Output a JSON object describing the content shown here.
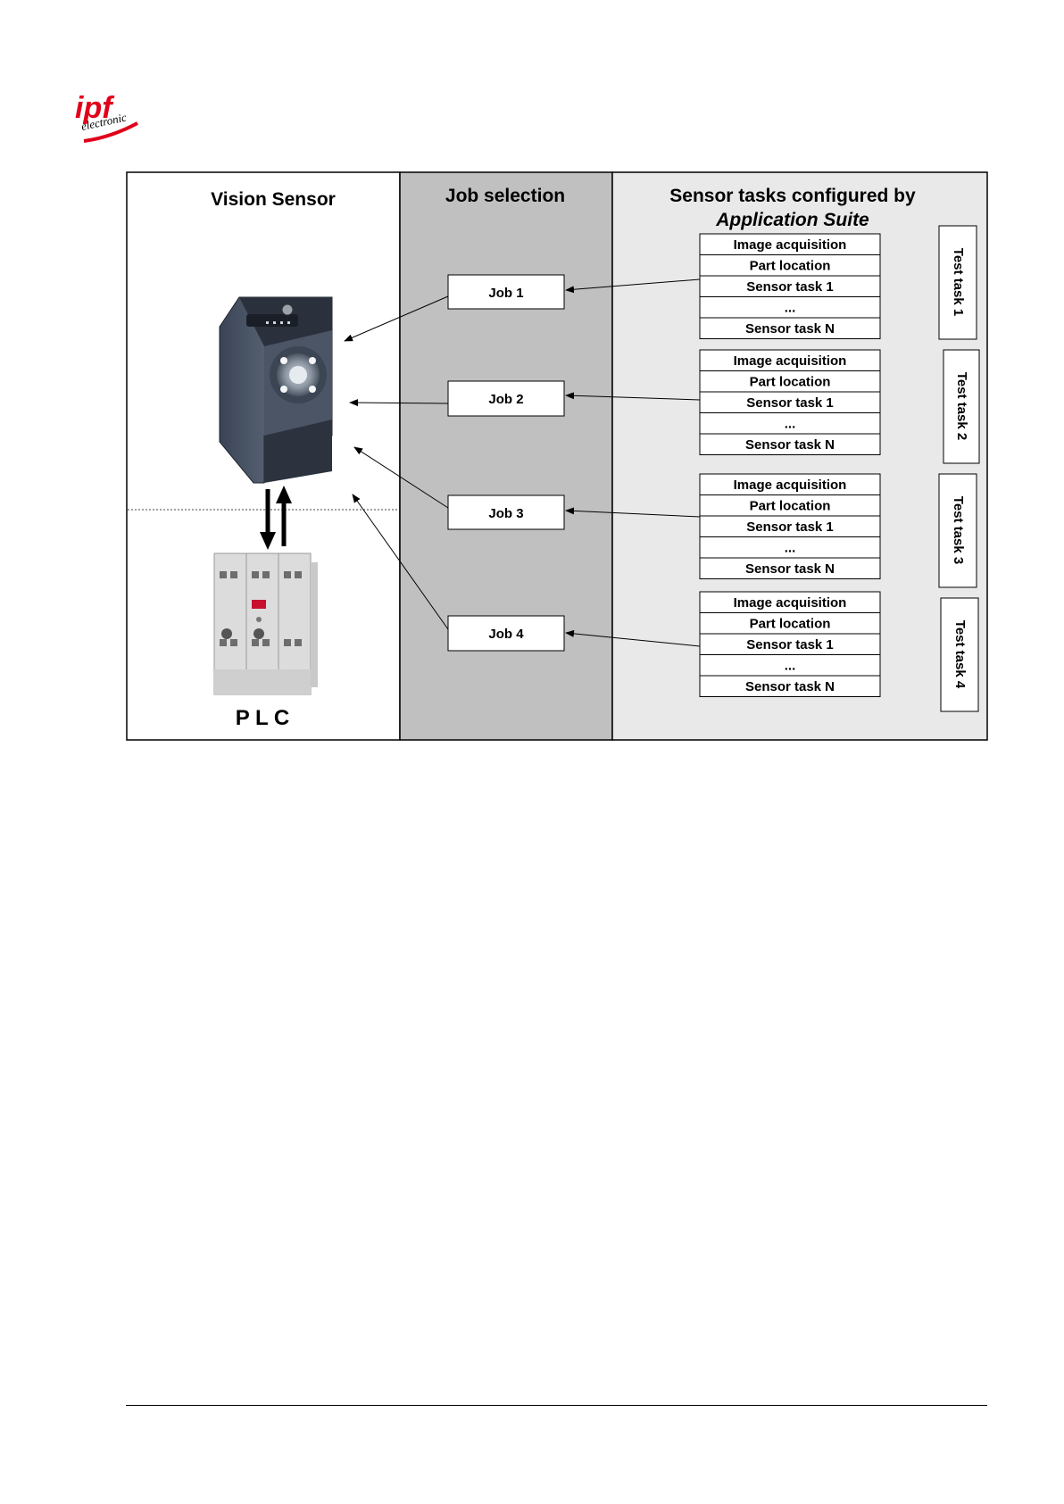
{
  "logo": {
    "brand": "ipf",
    "sub": "electronic",
    "color": "#e1001a"
  },
  "columns": {
    "vision_sensor": "Vision Sensor",
    "job_selection": "Job selection",
    "sensor_tasks_line1": "Sensor tasks configured by",
    "sensor_tasks_line2": "Application Suite"
  },
  "plc_label": "P L C",
  "jobs": [
    "Job 1",
    "Job 2",
    "Job 3",
    "Job 4"
  ],
  "task_groups": [
    {
      "label": "Test task 1",
      "rows": [
        "Image acquisition",
        "Part location",
        "Sensor task 1",
        "...",
        "Sensor task N"
      ]
    },
    {
      "label": "Test task 2",
      "rows": [
        "Image acquisition",
        "Part location",
        "Sensor task 1",
        "...",
        "Sensor task N"
      ]
    },
    {
      "label": "Test task 3",
      "rows": [
        "Image acquisition",
        "Part location",
        "Sensor task 1",
        "...",
        "Sensor task N"
      ]
    },
    {
      "label": "Test task 4",
      "rows": [
        "Image acquisition",
        "Part location",
        "Sensor task 1",
        "...",
        "Sensor task N"
      ]
    }
  ],
  "colors": {
    "job_column": "#c0c0c0",
    "tasks_column": "#e9e9e9",
    "border": "#000000"
  }
}
